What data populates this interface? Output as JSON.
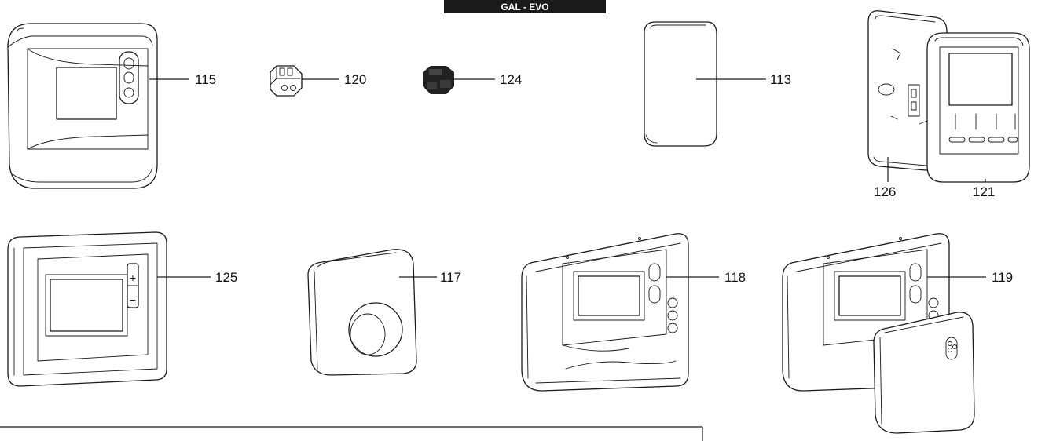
{
  "banner": {
    "text": "GAL - EVO",
    "color": "#1a1a1a"
  },
  "parts": {
    "p115": "115",
    "p120": "120",
    "p124": "124",
    "p113": "113",
    "p126": "126",
    "p121": "121",
    "p125": "125",
    "p117": "117",
    "p118": "118",
    "p119": "119"
  },
  "symbols": {
    "plus": "+",
    "minus": "−"
  }
}
